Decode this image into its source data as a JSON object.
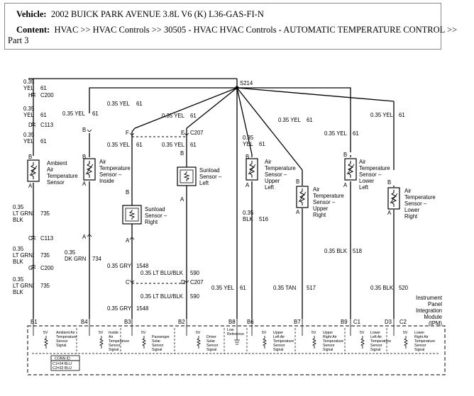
{
  "header": {
    "vehicle_label": "Vehicle:",
    "vehicle_value": "2002 BUICK PARK AVENUE 3.8L V6 (K) L36-GAS-FI-N",
    "content_label": "Content:",
    "content_value": "HVAC >> HVAC Controls >> 30505 - HVAC HVAC Controls - AUTOMATIC TEMPERATURE CONTROL >>",
    "content_cont": "Part 3"
  },
  "splice": "S214",
  "connectors": {
    "c200": "C200",
    "c113": "C113",
    "c207": "C207"
  },
  "wires": {
    "yel_035": "0.35",
    "yel": "YEL",
    "yel_61": "61",
    "yel_inline": "0.35 YEL",
    "yel_num": "61",
    "ltgrn_035": "0.35",
    "ltgrn_a": "LT GRN/",
    "ltgrn_b": "BLK",
    "ltgrn_735": "735",
    "dkgrn_035": "0.35",
    "dkgrn": "DK GRN",
    "dkgrn_734": "734",
    "gry": "0.35 GRY",
    "gry_1548": "1548",
    "ltblu": "0.35 LT BLU/BLK",
    "ltblu_590": "590",
    "blk_035": "0.35",
    "blk": "BLK",
    "blk_516": "516",
    "blk_inline": "0.35 BLK",
    "blk_518": "518",
    "blk_520": "520",
    "tan": "0.35 TAN",
    "tan_517": "517"
  },
  "sensors": {
    "ambient": [
      "Ambient",
      "Air",
      "Temperature",
      "Sensor"
    ],
    "inside": [
      "Air",
      "Temperature",
      "Sensor –",
      "Inside"
    ],
    "sunload_right": [
      "Sunload",
      "Sensor –",
      "Right"
    ],
    "sunload_left": [
      "Sunload",
      "Sensor –",
      "Left"
    ],
    "upper_left": [
      "Air",
      "Temperature",
      "Sensor –",
      "Upper",
      "Left"
    ],
    "upper_right": [
      "Air",
      "Temperature",
      "Sensor –",
      "Upper",
      "Right"
    ],
    "lower_left": [
      "Air",
      "Temperature",
      "Sensor –",
      "Lower",
      "Left"
    ],
    "lower_right": [
      "Air",
      "Temperature",
      "Sensor –",
      "Lower",
      "Right"
    ]
  },
  "pins": {
    "a": "A",
    "b": "B",
    "c": "C",
    "d": "D",
    "e": "E",
    "f": "F",
    "g": "G",
    "h": "H"
  },
  "module": {
    "name": [
      "Instrument",
      "Panel",
      "Integration",
      "Module",
      "(IPM)"
    ],
    "terminals": [
      "B1",
      "B4",
      "B3",
      "B2",
      "B8",
      "B6",
      "B7",
      "B9",
      "C1",
      "D3",
      "C2"
    ],
    "v5": "5V",
    "signals": {
      "b1": [
        "Ambient Air",
        "Temperature",
        "Sensor",
        "Signal"
      ],
      "b4": [
        "Inside",
        "Air",
        "Temperature",
        "Sensor",
        "Signal"
      ],
      "b3": [
        "Passenger",
        "Solar",
        "Sensor",
        "Signal"
      ],
      "b2": [
        "Driver",
        "Solar",
        "Sensor",
        "Signal"
      ],
      "b8": [
        "Low",
        "Reference"
      ],
      "b6": [
        "Upper",
        "Left Air",
        "Temperature",
        "Sensor",
        "Signal"
      ],
      "b7": [
        "Upper",
        "Right Air",
        "Temperature",
        "Sensor",
        "Signal"
      ],
      "b9": [
        "Lower",
        "Left Air",
        "Temperature",
        "Sensor",
        "Signal"
      ],
      "c2": [
        "Lower",
        "Right Air",
        "Temperature",
        "Sensor",
        "Signal"
      ]
    },
    "conn_id_title": "CONN ID",
    "conn_id_1": "C1=24 BLU",
    "conn_id_2": "C2=32 BLU"
  }
}
